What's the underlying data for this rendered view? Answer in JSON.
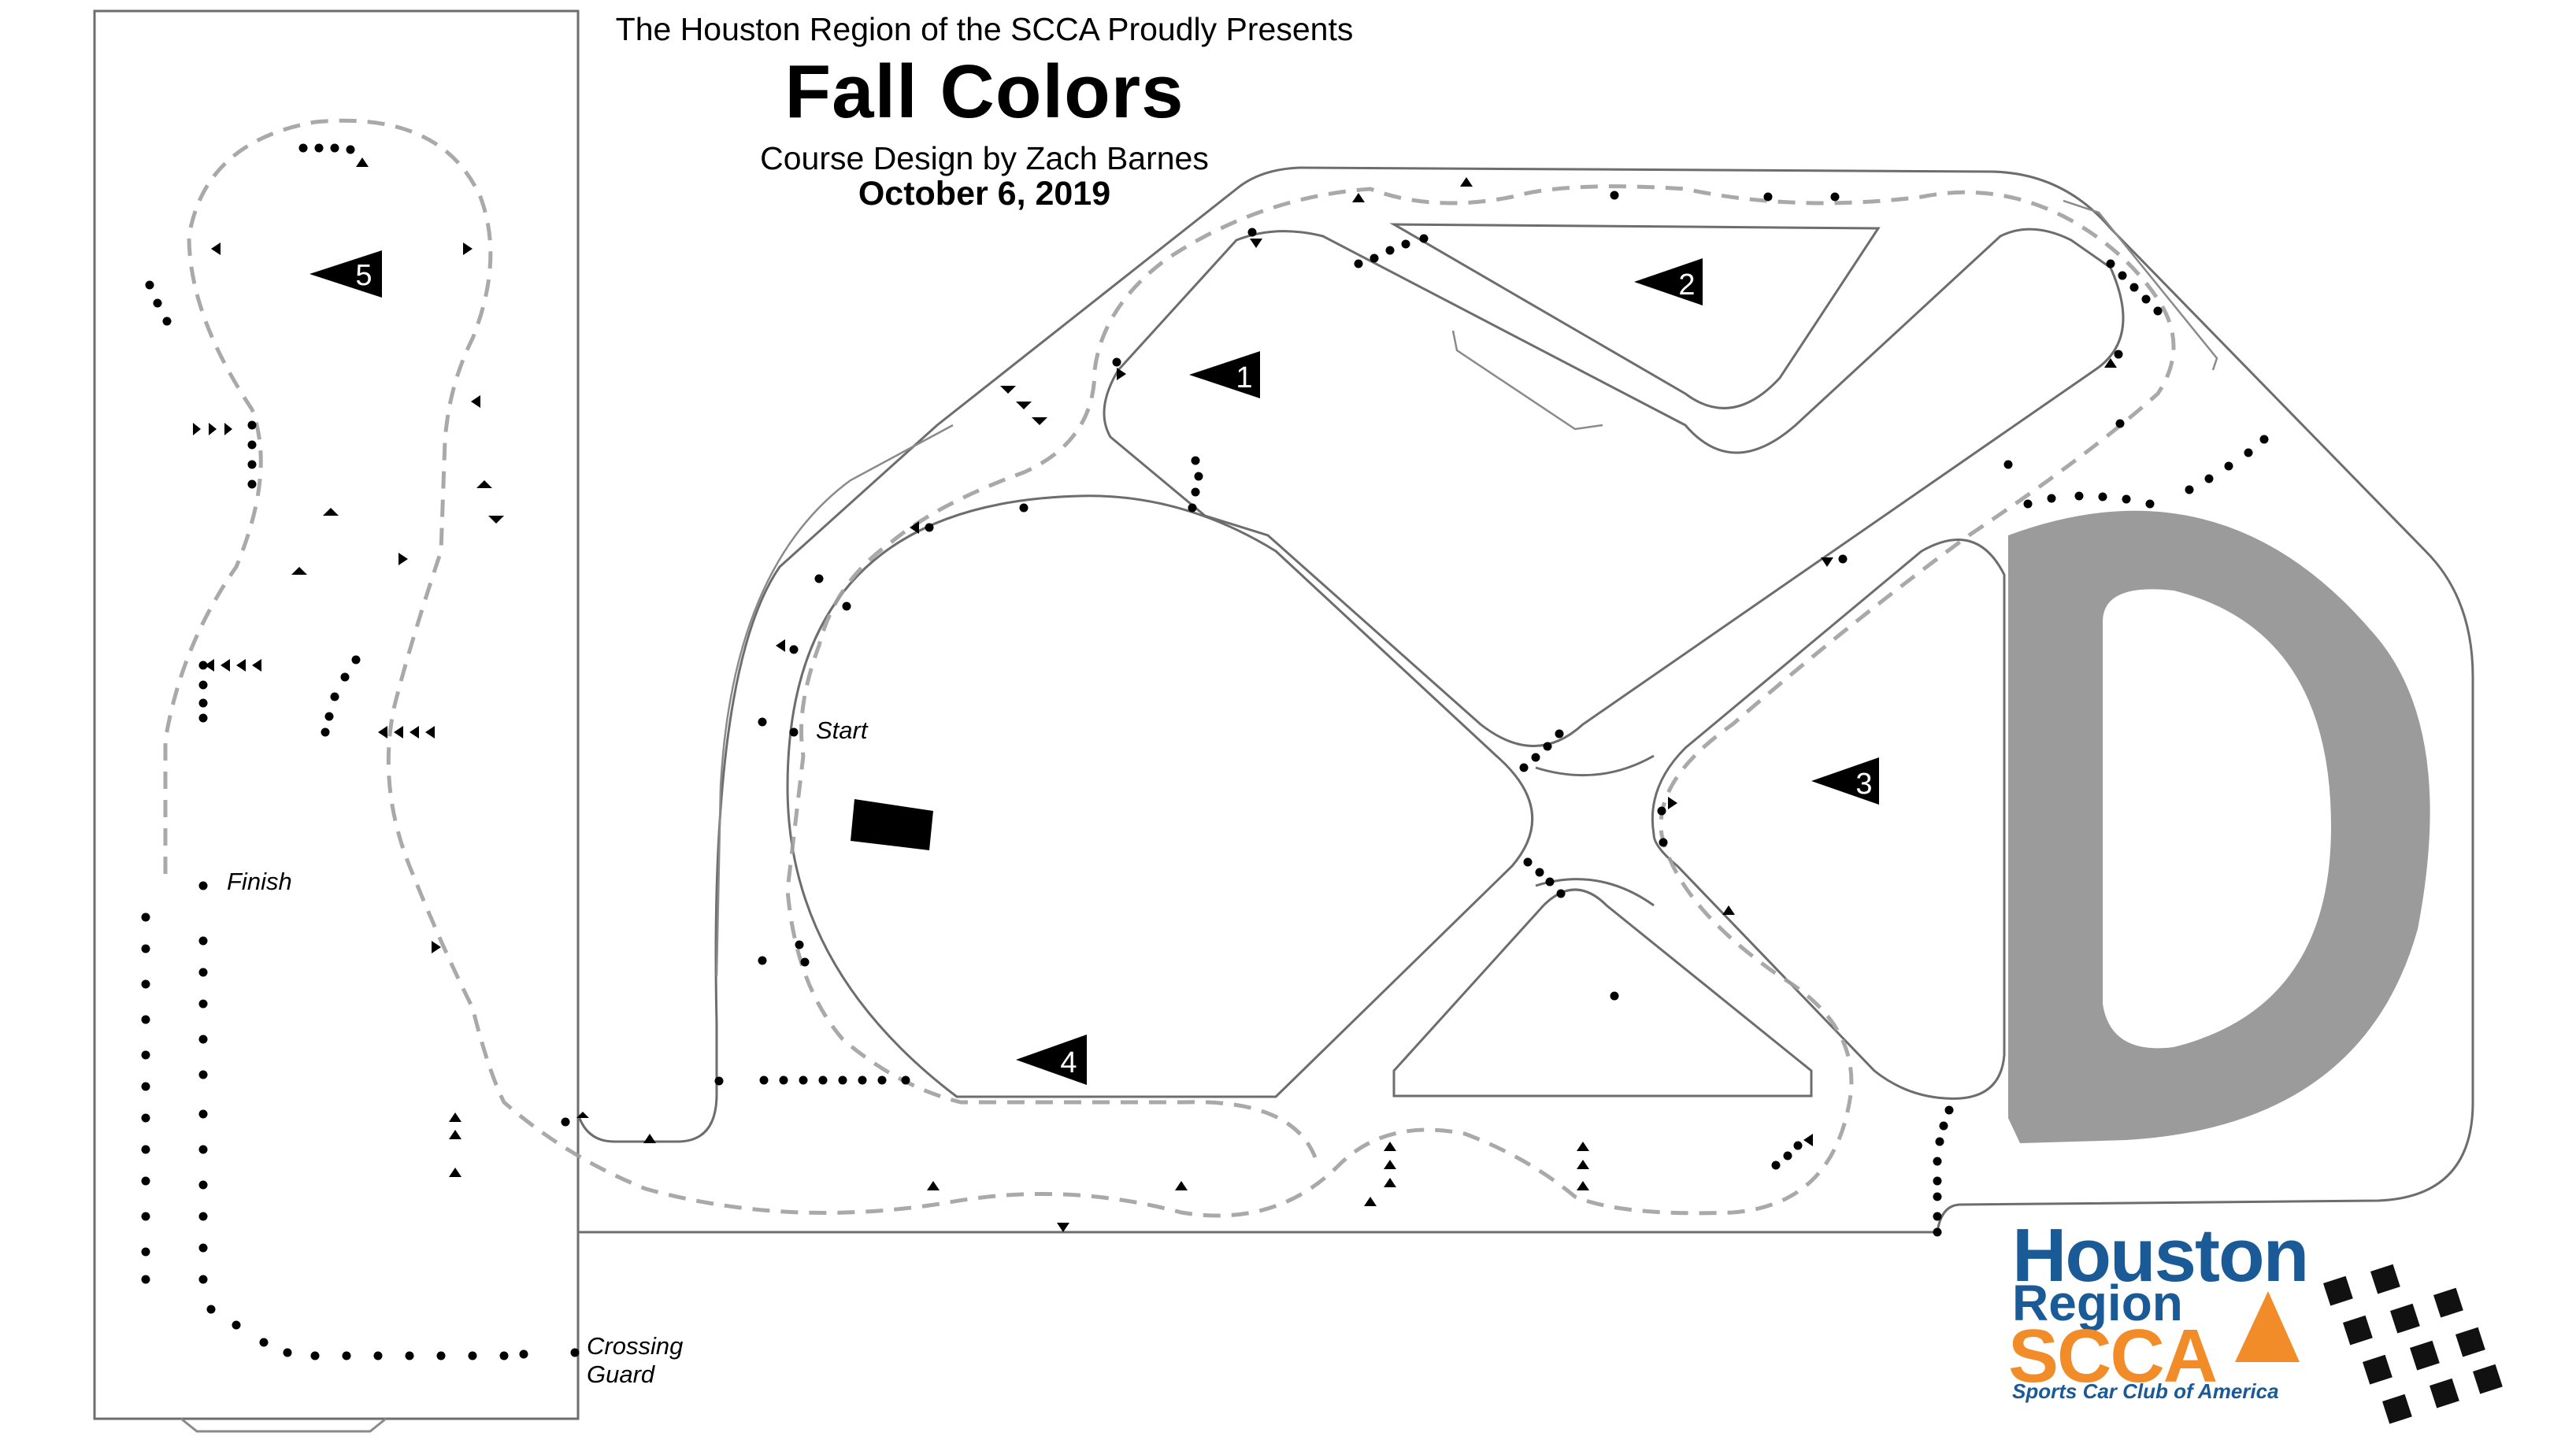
{
  "header": {
    "presents": "The Houston Region of the SCCA Proudly Presents",
    "event_name": "Fall Colors",
    "designer": "Course Design by Zach Barnes",
    "date": "October 6, 2019"
  },
  "course_labels": {
    "start": "Start",
    "finish": "Finish",
    "crossing_guard_line1": "Crossing",
    "crossing_guard_line2": "Guard"
  },
  "stations": [
    "1",
    "2",
    "3",
    "4",
    "5"
  ],
  "logo": {
    "line1": "Houston",
    "line2": "Region",
    "line3": "SCCA",
    "tagline": "Sports Car Club of America"
  },
  "colors": {
    "paddock_fill": "#9b9b9b",
    "lot_outline": "#6d6d6d",
    "course_line": "#a0a0a0",
    "logo_blue": "#1a5a96",
    "logo_orange": "#f28c28"
  }
}
